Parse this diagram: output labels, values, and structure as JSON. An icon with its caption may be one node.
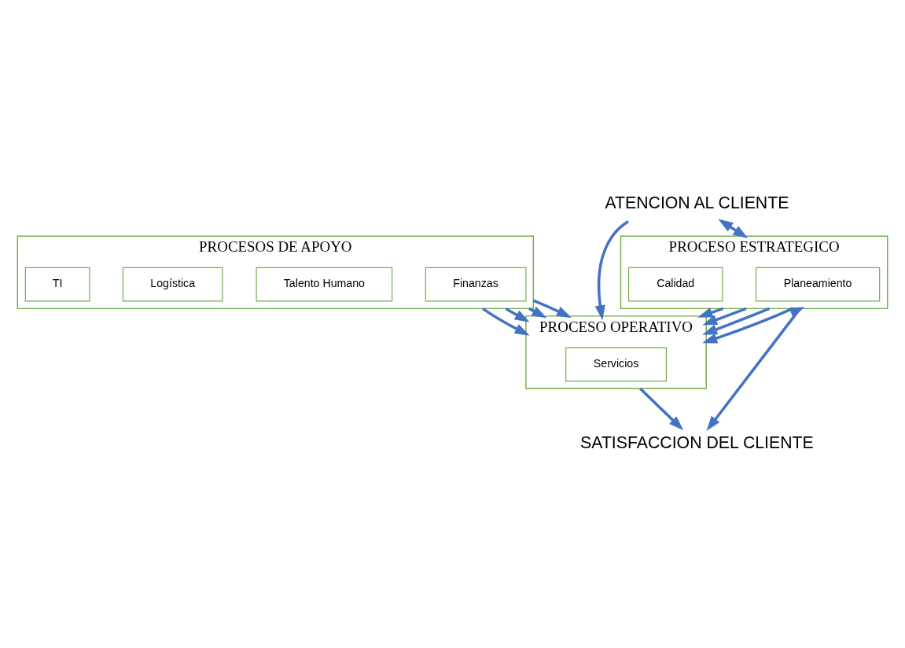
{
  "diagram": {
    "nodes": [
      {
        "text": [
          "PROCESO ESTRATEGICO"
        ]
      },
      {
        "text": [
          "Planeamiento"
        ],
        "in": 0
      },
      {
        "text": [
          "Calidad"
        ],
        "in": 0
      },
      {
        "text": [
          "PROCESO OPERATIVO"
        ]
      },
      {
        "text": [
          "Servicios"
        ],
        "in": 3
      },
      {
        "text": [
          "PROCESOS DE APOYO"
        ]
      },
      {
        "text": [
          "Finanzas"
        ],
        "in": 5
      },
      {
        "text": [
          "Talento Humano"
        ],
        "in": 5
      },
      {
        "text": [
          "Logística"
        ],
        "in": 5
      },
      {
        "text": [
          "TI"
        ],
        "in": 5
      },
      {
        "text": [
          "ATENCION AL CLIENTE"
        ]
      },
      {
        "text": [
          "SATISFACCION DEL CLIENTE"
        ]
      }
    ],
    "edges": [
      {
        "from": 10,
        "to": 0,
        "arrow": "both"
      },
      {
        "from": 0,
        "to": 11,
        "arrow": "both"
      },
      {
        "from": 0,
        "to": 3,
        "arrow": "to"
      },
      {
        "from": 0,
        "to": 3,
        "arrow": "to"
      },
      {
        "from": 0,
        "to": 3,
        "arrow": "to"
      },
      {
        "from": 0,
        "to": 3,
        "arrow": "to"
      },
      {
        "from": 10,
        "to": 3,
        "arrow": "to"
      },
      {
        "from": 3,
        "to": 11,
        "arrow": "to"
      },
      {
        "from": 5,
        "to": 3,
        "arrow": "to"
      },
      {
        "from": 5,
        "to": 3,
        "arrow": "to"
      },
      {
        "from": 5,
        "to": 3,
        "arrow": "to"
      },
      {
        "from": 5,
        "to": 3,
        "arrow": "to"
      }
    ]
  }
}
